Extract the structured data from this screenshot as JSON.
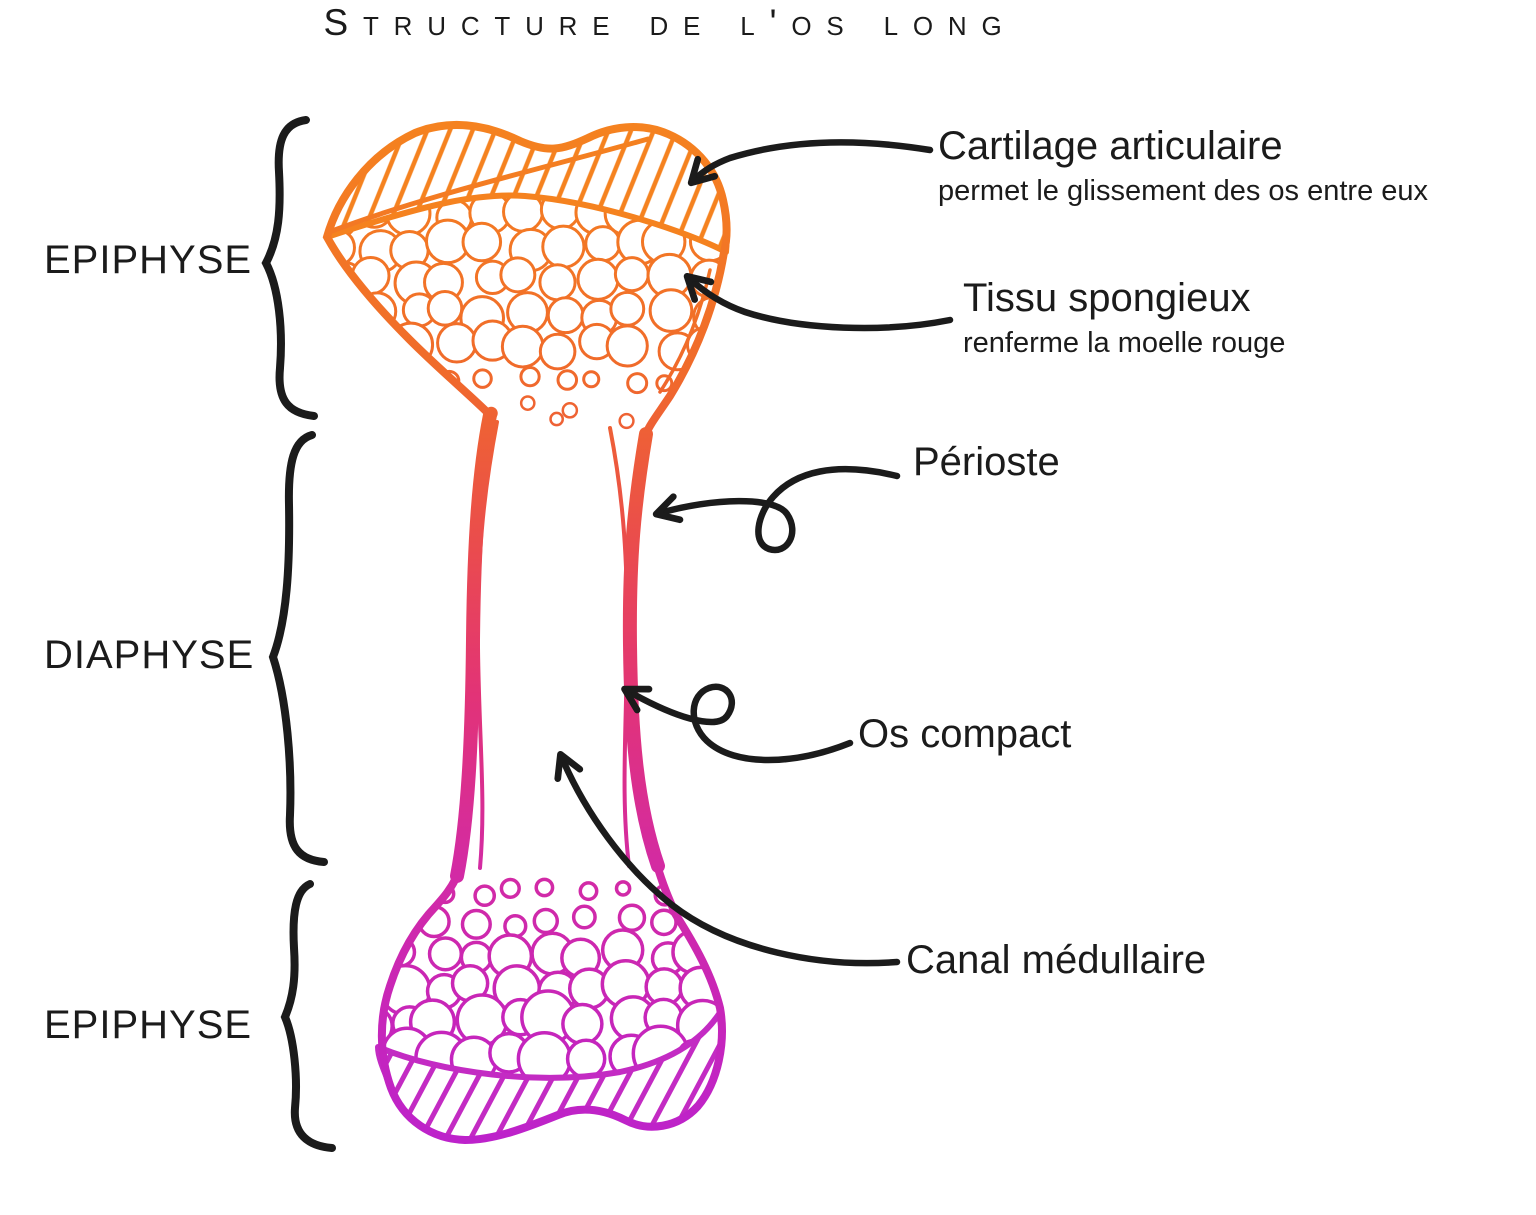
{
  "title": "Structure de l'os long",
  "sections": {
    "epiphysis_top": "EPIPHYSE",
    "diaphysis": "DIAPHYSE",
    "epiphysis_bottom": "EPIPHYSE"
  },
  "annotations": [
    {
      "label": "Cartilage articulaire",
      "description": "permet le glissement des os entre eux"
    },
    {
      "label": "Tissu spongieux",
      "description": "renferme la moelle rouge"
    },
    {
      "label": "Périoste",
      "description": ""
    },
    {
      "label": "Os compact",
      "description": ""
    },
    {
      "label": "Canal médullaire",
      "description": ""
    }
  ],
  "colors": {
    "ink": "#1b1b1b",
    "hatch_top": "#F5821F",
    "hatch_bottom": "#C32BC3",
    "gradient": [
      "#F5831F",
      "#F06A2B",
      "#EA4B4E",
      "#E23377",
      "#D22AA6",
      "#BC22CC"
    ]
  }
}
